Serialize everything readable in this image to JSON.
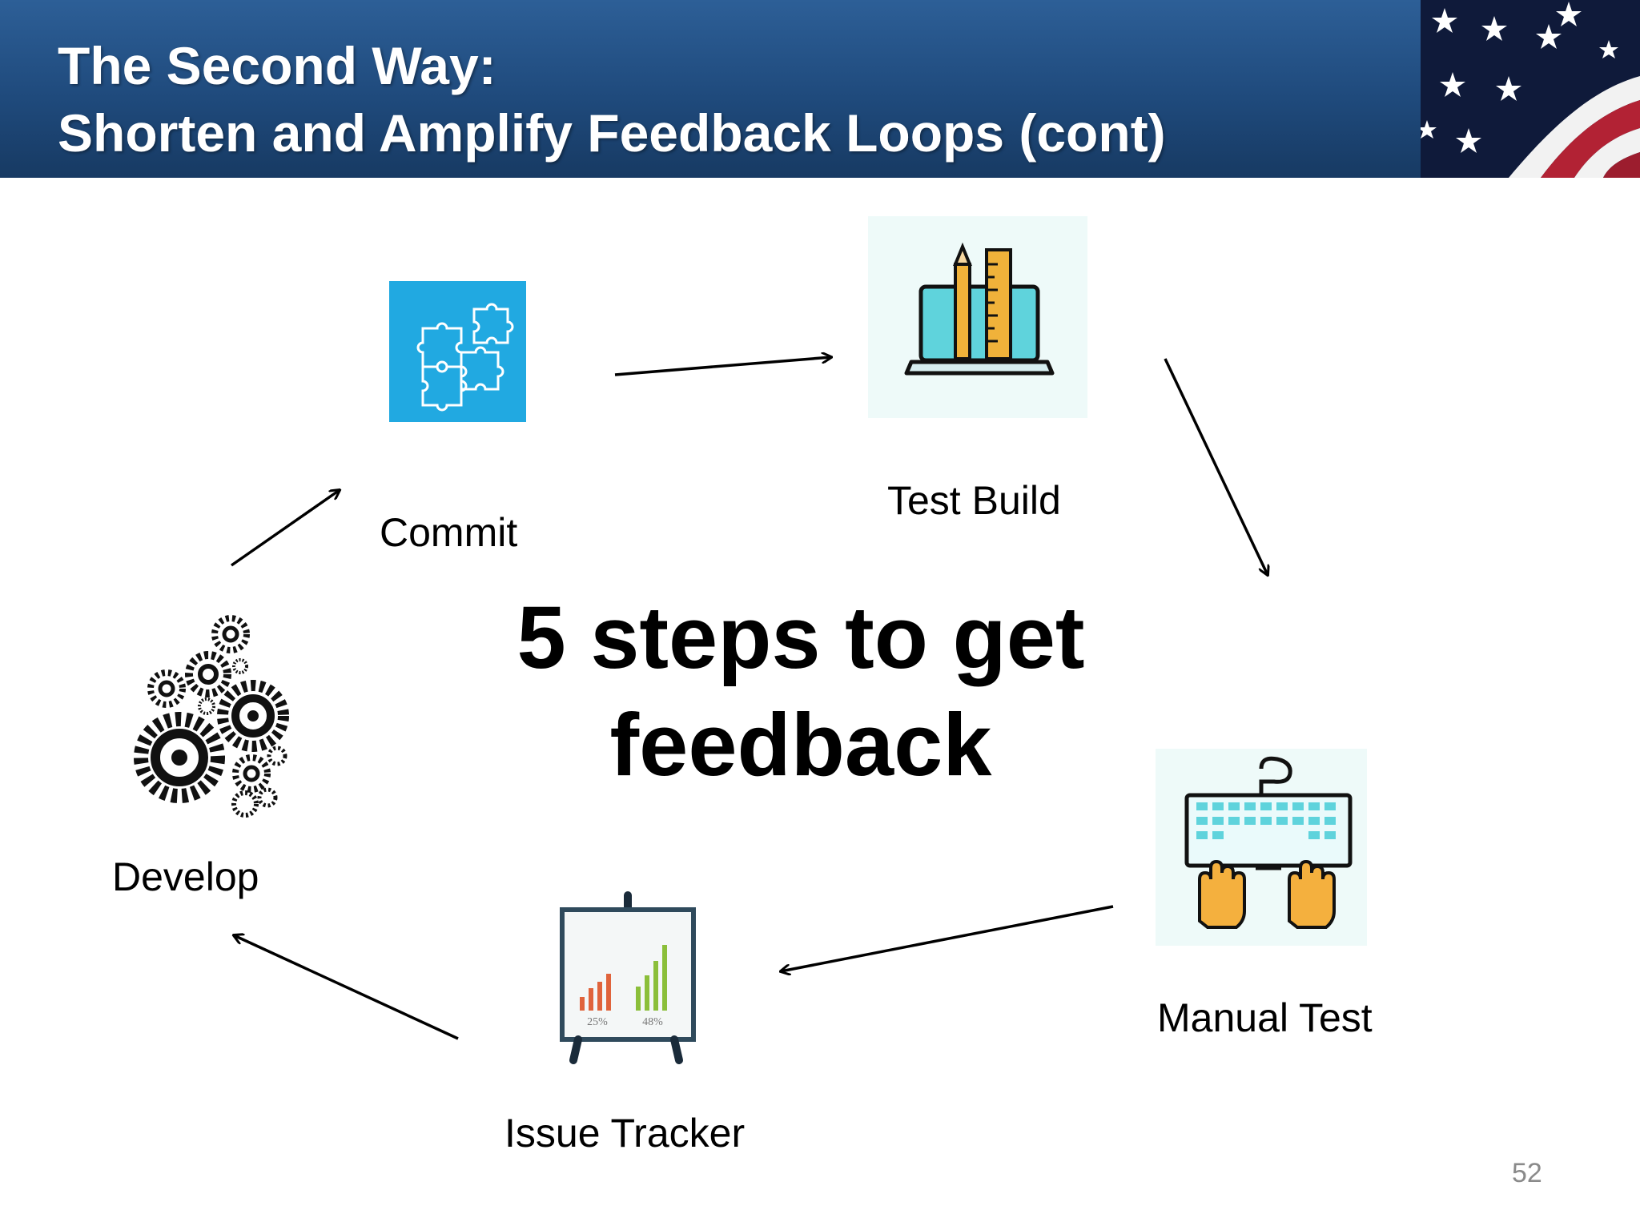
{
  "header": {
    "title_line1": "The Second Way:",
    "title_line2": "Shorten and Amplify Feedback Loops (cont)",
    "background_color": "#1f4a7c",
    "flag_icon": "american-flag-icon"
  },
  "diagram": {
    "center_line1": "5 steps to get",
    "center_line2": "feedback",
    "steps": [
      {
        "label": "Commit",
        "icon": "puzzle-icon"
      },
      {
        "label": "Test Build",
        "icon": "laptop-ruler-icon"
      },
      {
        "label": "Manual Test",
        "icon": "keyboard-hands-icon"
      },
      {
        "label": "Issue Tracker",
        "icon": "chart-easel-icon"
      },
      {
        "label": "Develop",
        "icon": "gears-icon"
      }
    ],
    "easel_labels": [
      "25%",
      "48%"
    ],
    "colors": {
      "puzzle": "#21a9e1",
      "screen": "#5fd3dc",
      "ruler": "#f0b23a",
      "hands": "#f4b03e",
      "bars_red": "#e0643c",
      "bars_green": "#8bbf3a"
    }
  },
  "footer": {
    "page_number": "52"
  }
}
